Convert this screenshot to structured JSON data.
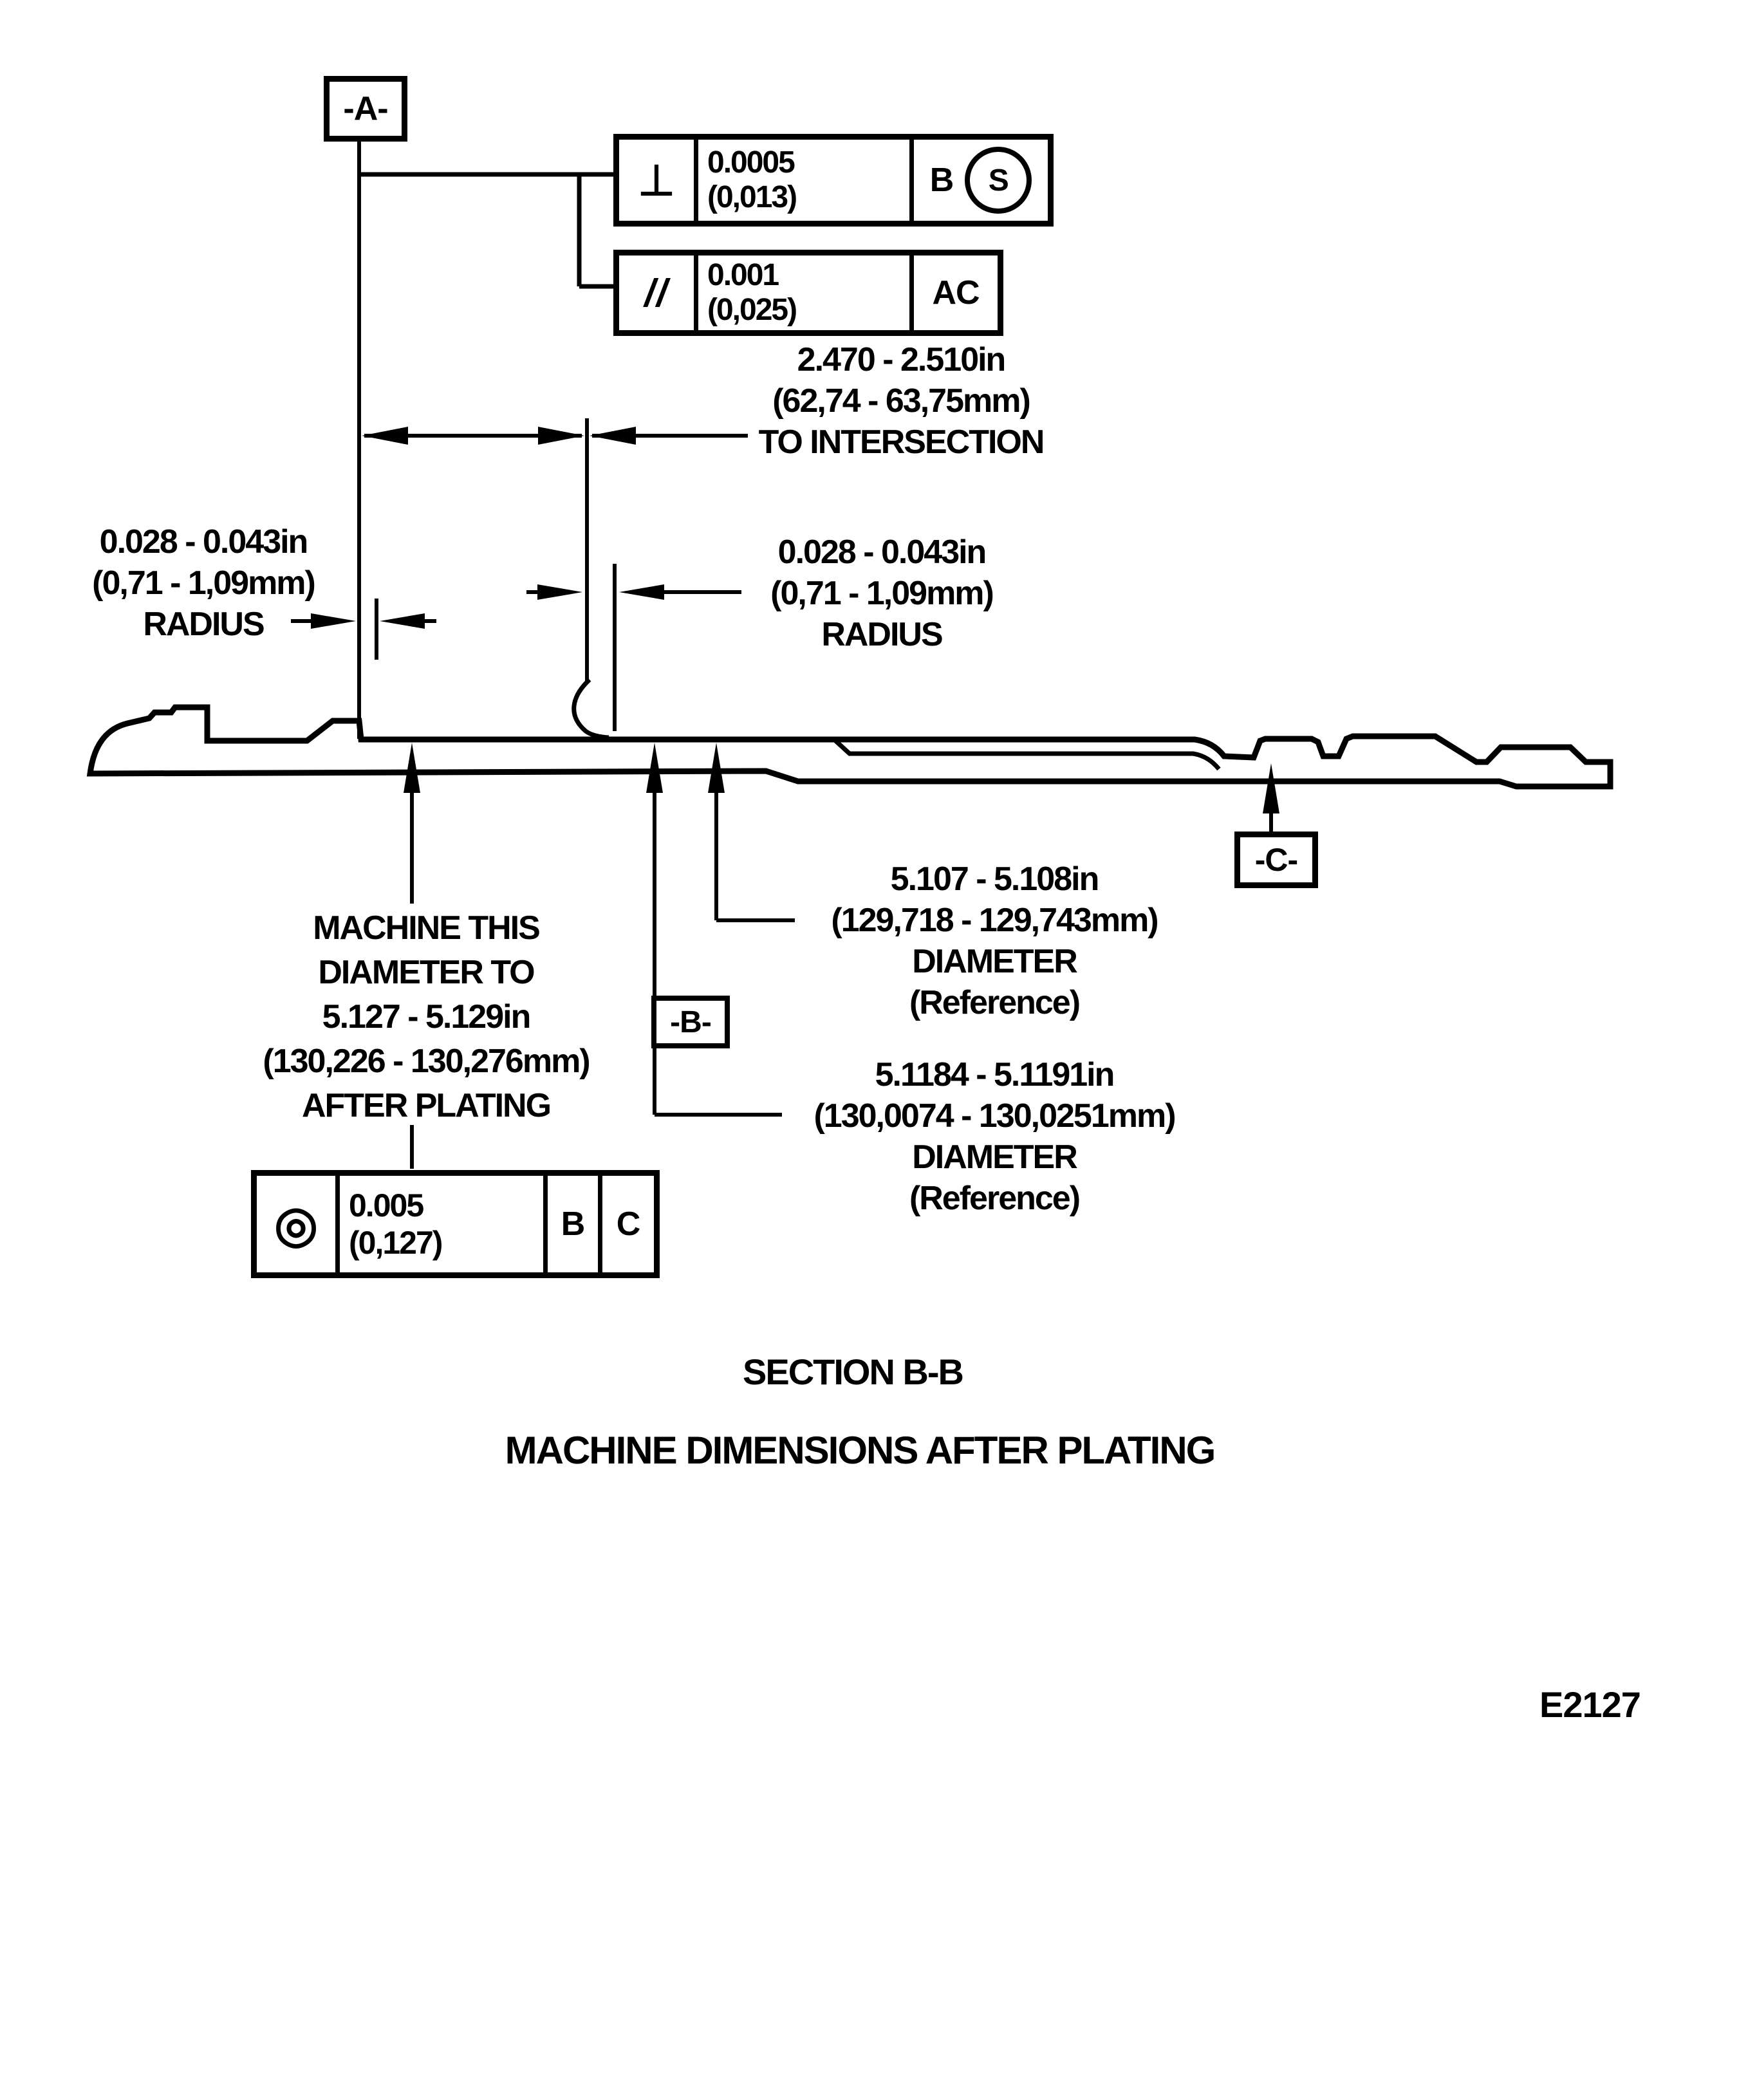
{
  "page": {
    "background": "#ffffff",
    "ink": "#000000"
  },
  "datum_labels": {
    "a": "-A-",
    "b": "-B-",
    "c": "-C-"
  },
  "feature_controls": {
    "perpendicularity": {
      "symbol": "⊥",
      "tolerance_in": "0.0005",
      "tolerance_mm": "(0,013)",
      "datum_ref": "B",
      "material_modifier": "S"
    },
    "parallelism": {
      "symbol": "//",
      "tolerance_in": "0.001",
      "tolerance_mm": "(0,025)",
      "datum_ref": "AC"
    },
    "concentricity": {
      "symbol": "◎",
      "tolerance_in": "0.005",
      "tolerance_mm": "(0,127)",
      "datum_ref_1": "B",
      "datum_ref_2": "C"
    }
  },
  "annotations": {
    "to_intersection": {
      "lines": [
        "2.470 - 2.510in",
        "(62,74 - 63,75mm)",
        "TO INTERSECTION"
      ]
    },
    "radius_left": {
      "lines": [
        "0.028 - 0.043in",
        "(0,71 - 1,09mm)",
        "RADIUS"
      ]
    },
    "radius_right": {
      "lines": [
        "0.028 - 0.043in",
        "(0,71 - 1,09mm)",
        "RADIUS"
      ]
    },
    "machine_this": {
      "lines": [
        "MACHINE THIS",
        "DIAMETER TO",
        "5.127 - 5.129in",
        "(130,226 - 130,276mm)",
        "AFTER PLATING"
      ]
    },
    "reference_diameter_upper": {
      "lines": [
        "5.107 - 5.108in",
        "(129,718 - 129,743mm)",
        "DIAMETER",
        "(Reference)"
      ]
    },
    "reference_diameter_lower": {
      "lines": [
        "5.1184 - 5.1191in",
        "(130,0074 - 130,0251mm)",
        "DIAMETER",
        "(Reference)"
      ]
    }
  },
  "captions": {
    "section_title": "SECTION B-B",
    "drawing_note": "MACHINE DIMENSIONS AFTER PLATING",
    "figure_code": "E2127"
  }
}
